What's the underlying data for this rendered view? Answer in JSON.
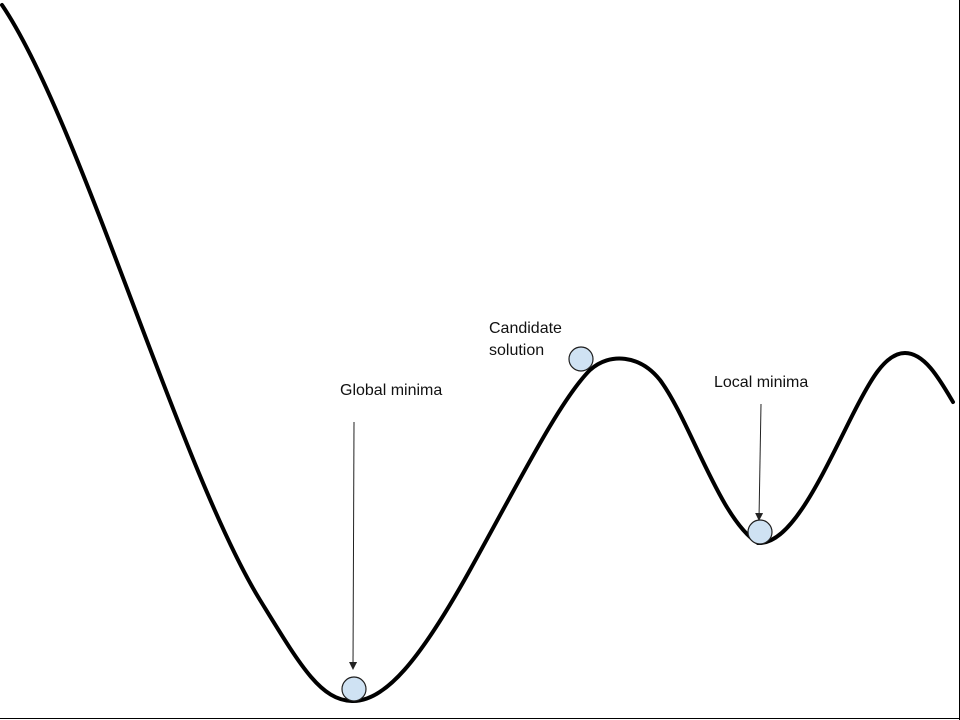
{
  "labels": {
    "global_minima": "Global minima",
    "candidate_line1": "Candidate",
    "candidate_line2": "solution",
    "local_minima": "Local minima"
  },
  "colors": {
    "curve": "#000000",
    "ball_fill": "#cfe2f3",
    "ball_stroke": "#1f1f1f",
    "arrow": "#222222",
    "background": "#ffffff"
  }
}
